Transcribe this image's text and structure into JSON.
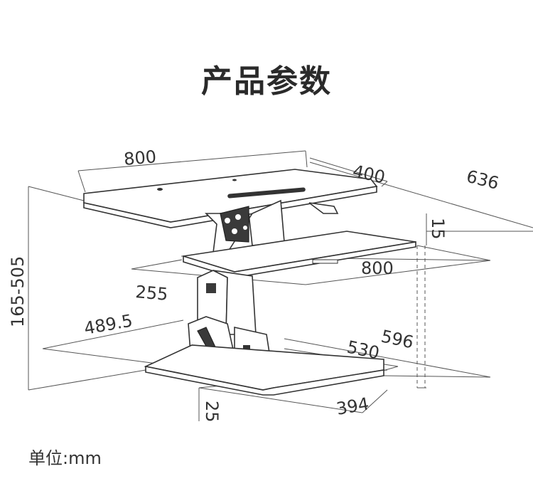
{
  "title": "产品参数",
  "unit_label": "单位:mm",
  "dimensions": {
    "top_width": "800",
    "top_depth": "400",
    "overall_depth": "636",
    "height_range": "165-505",
    "keyboard_thickness": "15",
    "keyboard_width": "800",
    "keyboard_depth": "255",
    "base_width": "489.5",
    "base_depth": "596",
    "base_inner": "530",
    "base_thickness": "25",
    "base_front": "394"
  }
}
